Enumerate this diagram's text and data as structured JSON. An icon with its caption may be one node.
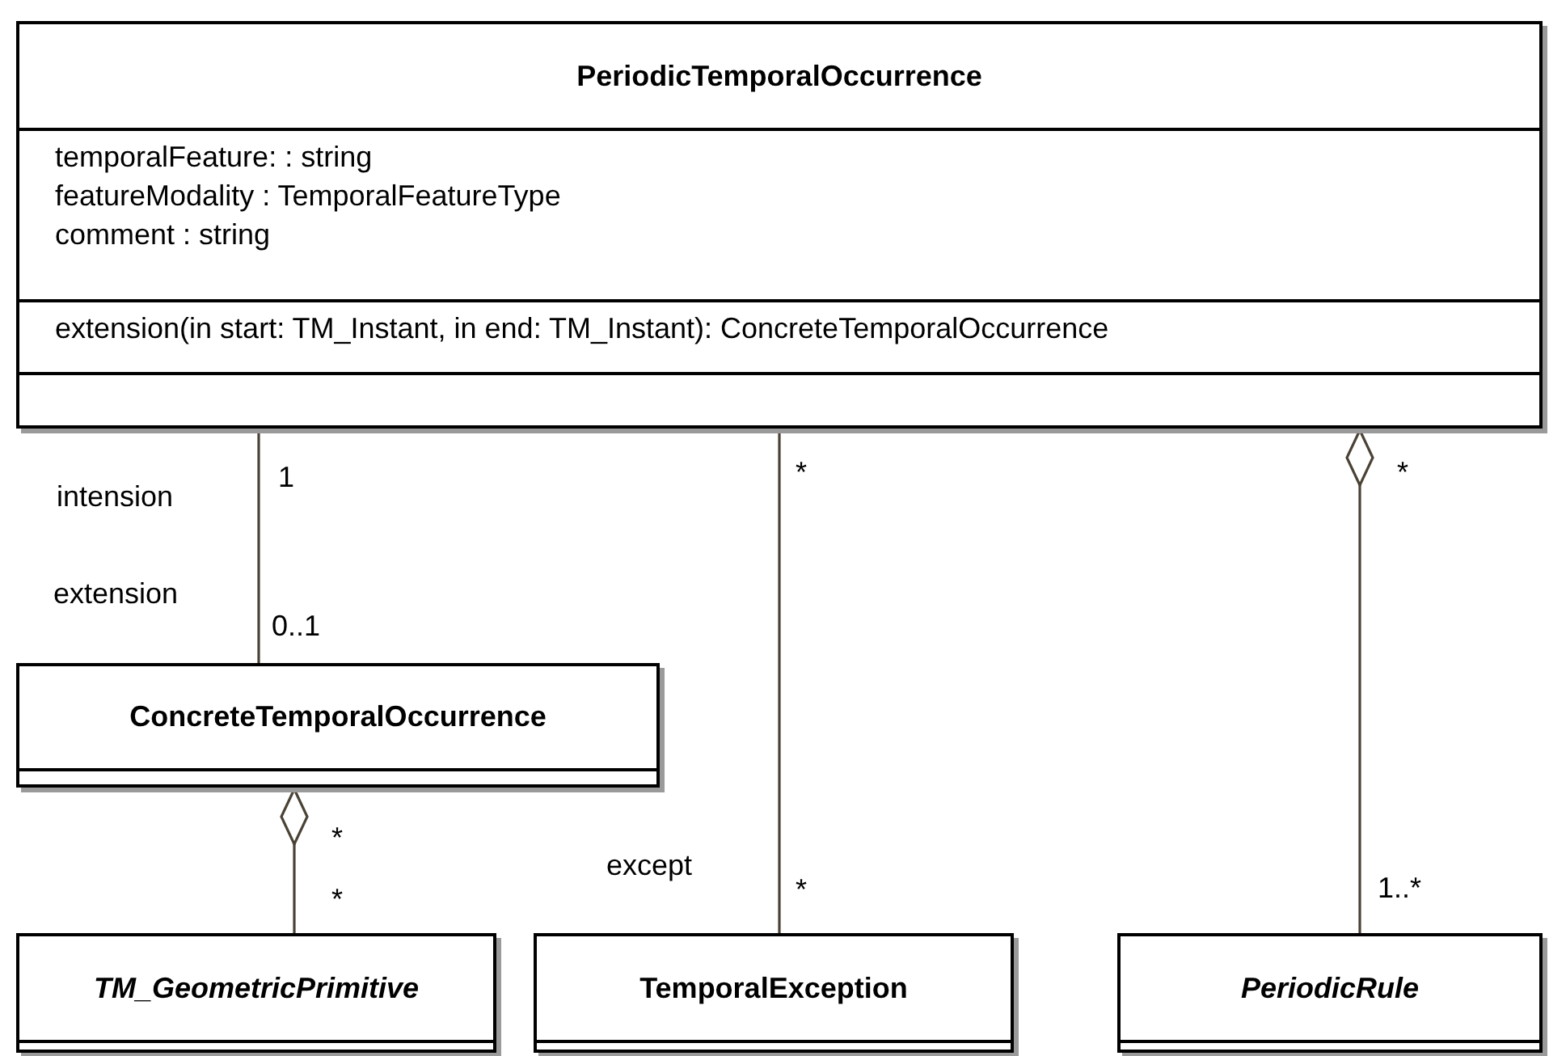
{
  "diagram": {
    "nodes": [
      {
        "text": [
          "PeriodicTemporalOccurrence",
          "temporalFeature: : string",
          "featureModality : TemporalFeatureType",
          "comment : string",
          "extension(in start: TM_Instant, in end: TM_Instant): ConcreteTemporalOccurrence"
        ]
      },
      {
        "text": [
          "ConcreteTemporalOccurrence"
        ]
      },
      {
        "text": [
          "TM_GeometricPrimitive"
        ]
      },
      {
        "text": [
          "TemporalException"
        ]
      },
      {
        "text": [
          "PeriodicRule"
        ]
      }
    ],
    "edges": [
      {
        "from": 0,
        "to": 1,
        "arrow": "none"
      },
      {
        "from": 1,
        "to": 2,
        "arrow": "other"
      },
      {
        "from": 0,
        "to": 3,
        "arrow": "none"
      },
      {
        "from": 0,
        "to": 4,
        "arrow": "other"
      }
    ],
    "labels": [
      "intension",
      "1",
      "*",
      "*",
      "extension",
      "0..1",
      "*",
      "except",
      "*",
      "*",
      "1..*"
    ]
  }
}
